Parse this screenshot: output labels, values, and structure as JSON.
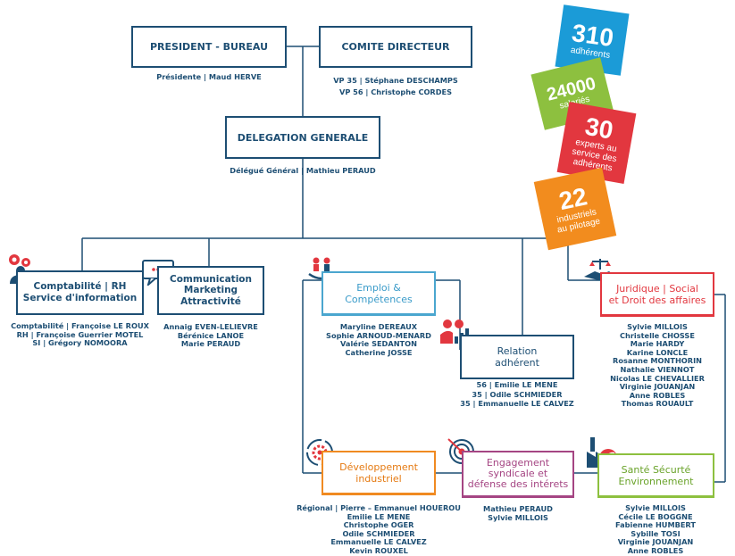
{
  "colors": {
    "navy": "#1d4e73",
    "light_blue": "#4aa6cf",
    "red": "#e2373f",
    "orange": "#f08a21",
    "purple": "#a54583",
    "green": "#8dc03f",
    "stat_blue": "#1b9bd7",
    "stat_green": "#8dc03f",
    "stat_red": "#e2373f",
    "stat_orange": "#f28c1e"
  },
  "top": {
    "president": {
      "title": "PRESIDENT - BUREAU",
      "caption": "Présidente | Maud HERVE"
    },
    "comite": {
      "title": "COMITE DIRECTEUR",
      "caption": [
        "VP 35 | Stéphane DESCHAMPS",
        "VP 56 | Christophe CORDES"
      ]
    },
    "delegation": {
      "title": "DELEGATION GENERALE",
      "caption": "Délégué Général | Mathieu PERAUD"
    }
  },
  "stats": [
    {
      "number": "310",
      "label": "adhérents"
    },
    {
      "number": "24000",
      "label": "salariés"
    },
    {
      "number": "30",
      "label": "experts au service des adhérents"
    },
    {
      "number": "22",
      "label": "industriels au pilotage"
    }
  ],
  "depts": {
    "compta": {
      "title": [
        "Comptabilité | RH",
        "Service d'information"
      ],
      "people": [
        "Comptabilité | Françoise LE ROUX",
        "RH | Françoise Guerrier MOTEL",
        "SI | Grégory NOMOORA"
      ],
      "icon": "gears-person-icon"
    },
    "comm": {
      "title": [
        "Communication",
        "Marketing",
        "Attractivité"
      ],
      "people": [
        "Annaig EVEN-LELIEVRE",
        "Bérénice LANOE",
        "Marie PERAUD"
      ],
      "icon": "speech-bubble-icon"
    },
    "emploi": {
      "title": [
        "Emploi &",
        "Compétences"
      ],
      "people": [
        "Maryline DEREAUX",
        "Sophie ARNOUD-MENARD",
        "Valérie SEDANTON",
        "Catherine JOSSE"
      ],
      "icon": "people-hand-icon"
    },
    "relation": {
      "title": [
        "Relation",
        "adhérent"
      ],
      "people": [
        "56 | Emilie LE MENE",
        "35 | Odile SCHMIEDER",
        "35 | Emmanuelle LE CALVEZ"
      ],
      "icon": "people-chart-icon"
    },
    "juridique": {
      "title": [
        "Juridique | Social",
        "et Droit des affaires"
      ],
      "people": [
        "Sylvie MILLOIS",
        "Christelle CHOSSE",
        "Marie HARDY",
        "Karine LONCLE",
        "Rosanne MONTHORIN",
        "Nathalie VIENNOT",
        "Nicolas LE CHEVALLIER",
        "Virginie JOUANJAN",
        "Anne ROBLES",
        "Thomas ROUAULT"
      ],
      "icon": "handshake-scales-icon"
    },
    "dev": {
      "title": [
        "Développement",
        "industriel"
      ],
      "people": [
        "Régional | Pierre – Emmanuel HOUEROU",
        "Emilie LE MENE",
        "Christophe OGER",
        "Odile SCHMIEDER",
        "Emmanuelle LE CALVEZ",
        "Kevin ROUXEL"
      ],
      "icon": "gear-cycle-icon"
    },
    "engagement": {
      "title": [
        "Engagement",
        "syndicale et",
        "défense des intérets"
      ],
      "people": [
        "Mathieu PERAUD",
        "Sylvie MILLOIS"
      ],
      "icon": "target-icon"
    },
    "sante": {
      "title": [
        "Santé Sécurté",
        "Environnement"
      ],
      "people": [
        "Sylvie MILLOIS",
        "Cécile LE BOGGNE",
        "Fabienne HUMBERT",
        "Sybille TOSI",
        "Virginie JOUANJAN",
        "Anne ROBLES"
      ],
      "icon": "factory-leaf-icon"
    }
  }
}
